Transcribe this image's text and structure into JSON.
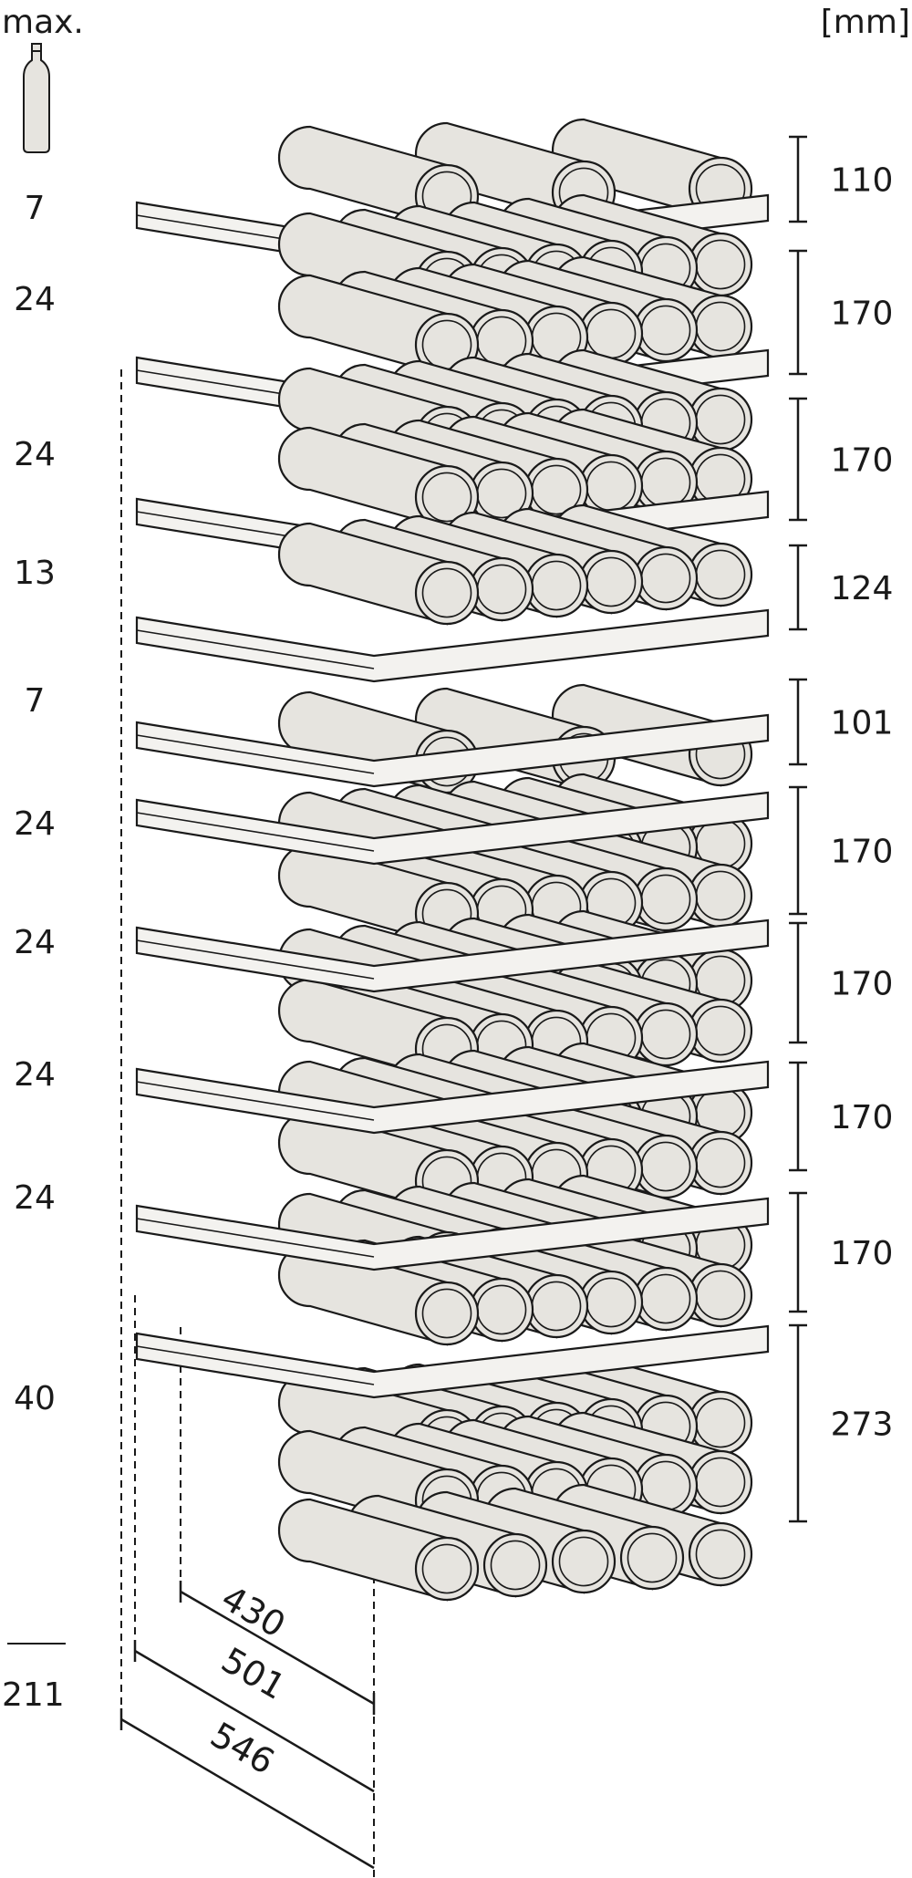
{
  "header": {
    "max_label": "max.",
    "unit_label": "[mm]"
  },
  "icons": {
    "bottle": "wine-bottle-icon"
  },
  "colors": {
    "line": "#1a1a1a",
    "bottle_fill": "#e6e4df",
    "shelf_fill": "#f3f2ef",
    "background": "#ffffff"
  },
  "shelves": [
    {
      "bottles": "7",
      "height": "110"
    },
    {
      "bottles": "24",
      "height": "170"
    },
    {
      "bottles": "24",
      "height": "170"
    },
    {
      "bottles": "13",
      "height": "124"
    },
    {
      "bottles": "7",
      "height": "101"
    },
    {
      "bottles": "24",
      "height": "170"
    },
    {
      "bottles": "24",
      "height": "170"
    },
    {
      "bottles": "24",
      "height": "170"
    },
    {
      "bottles": "24",
      "height": "170"
    },
    {
      "bottles": "40",
      "height": "273"
    }
  ],
  "total_bottles": "211",
  "depths": [
    "430",
    "501",
    "546"
  ]
}
